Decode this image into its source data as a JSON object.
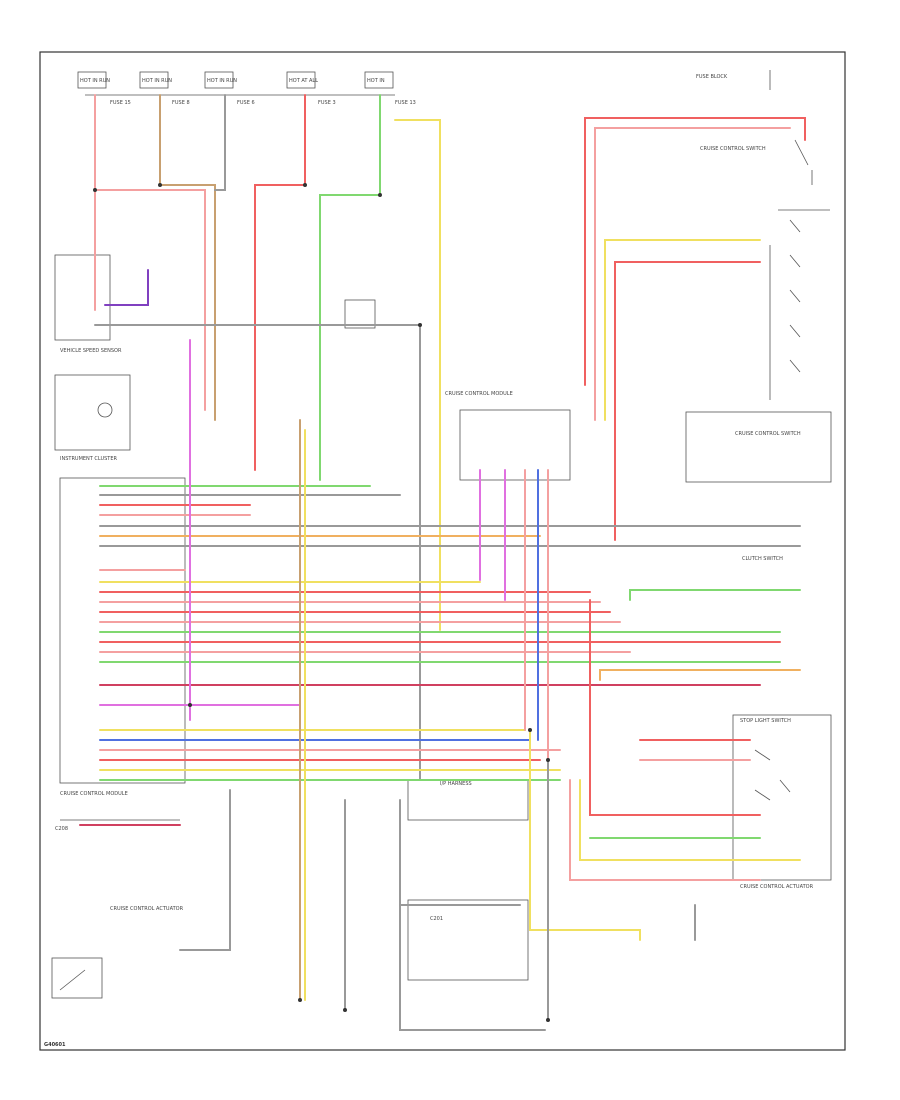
{
  "diagram": {
    "colors": {
      "border": "#333333",
      "red": "#f06060",
      "pink": "#f4a0a0",
      "yellow": "#f0e060",
      "green": "#80d870",
      "orange": "#f0b060",
      "magenta": "#e070e0",
      "purple": "#8040c0",
      "blue": "#5070e0",
      "tan": "#c8a070",
      "gray": "#999999",
      "black": "#222222"
    },
    "footer_code": "G40601",
    "labels": {
      "cruise_control_module": "CRUISE CONTROL MODULE",
      "instrument_cluster": "INSTRUMENT CLUSTER",
      "cruise_control_actuator": "CRUISE CONTROL ACTUATOR",
      "cruise_control_switch": "CRUISE CONTROL SWITCH",
      "stop_light_switch": "STOP LIGHT SWITCH",
      "vehicle_speed_sensor": "VEHICLE SPEED SENSOR",
      "clutch_switch": "CLUTCH SWITCH"
    }
  }
}
